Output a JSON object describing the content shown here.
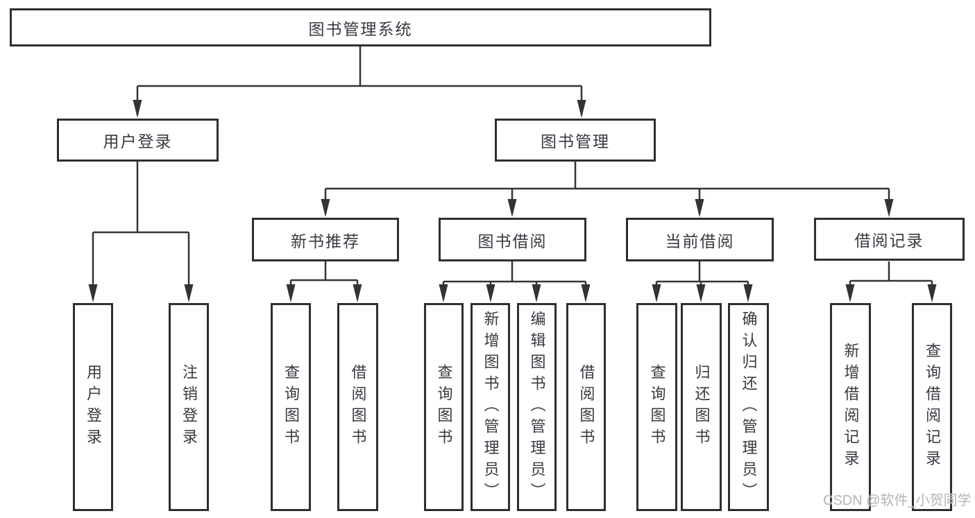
{
  "diagram": {
    "title": "图书管理系统",
    "type": "tree",
    "colors": {
      "background": "#ffffff",
      "box_border": "#2e2e2e",
      "line": "#333333",
      "text": "#363a40",
      "watermark": "#b5b5b5"
    },
    "tree": {
      "label": "图书管理系统",
      "children": [
        {
          "label": "用户登录",
          "children": [
            {
              "label": "用户登录"
            },
            {
              "label": "注销登录"
            }
          ]
        },
        {
          "label": "图书管理",
          "children": [
            {
              "label": "新书推荐",
              "children": [
                {
                  "label": "查询图书"
                },
                {
                  "label": "借阅图书"
                }
              ]
            },
            {
              "label": "图书借阅",
              "children": [
                {
                  "label": "查询图书"
                },
                {
                  "label": "新增图书（管理员）"
                },
                {
                  "label": "编辑图书（管理员）"
                },
                {
                  "label": "借阅图书"
                }
              ]
            },
            {
              "label": "当前借阅",
              "children": [
                {
                  "label": "查询图书"
                },
                {
                  "label": "归还图书"
                },
                {
                  "label": "确认归还（管理员）"
                }
              ]
            },
            {
              "label": "借阅记录",
              "children": [
                {
                  "label": "新增借阅记录"
                },
                {
                  "label": "查询借阅记录"
                }
              ]
            }
          ]
        }
      ]
    },
    "watermark": "CSDN @软件_小贺同学"
  }
}
